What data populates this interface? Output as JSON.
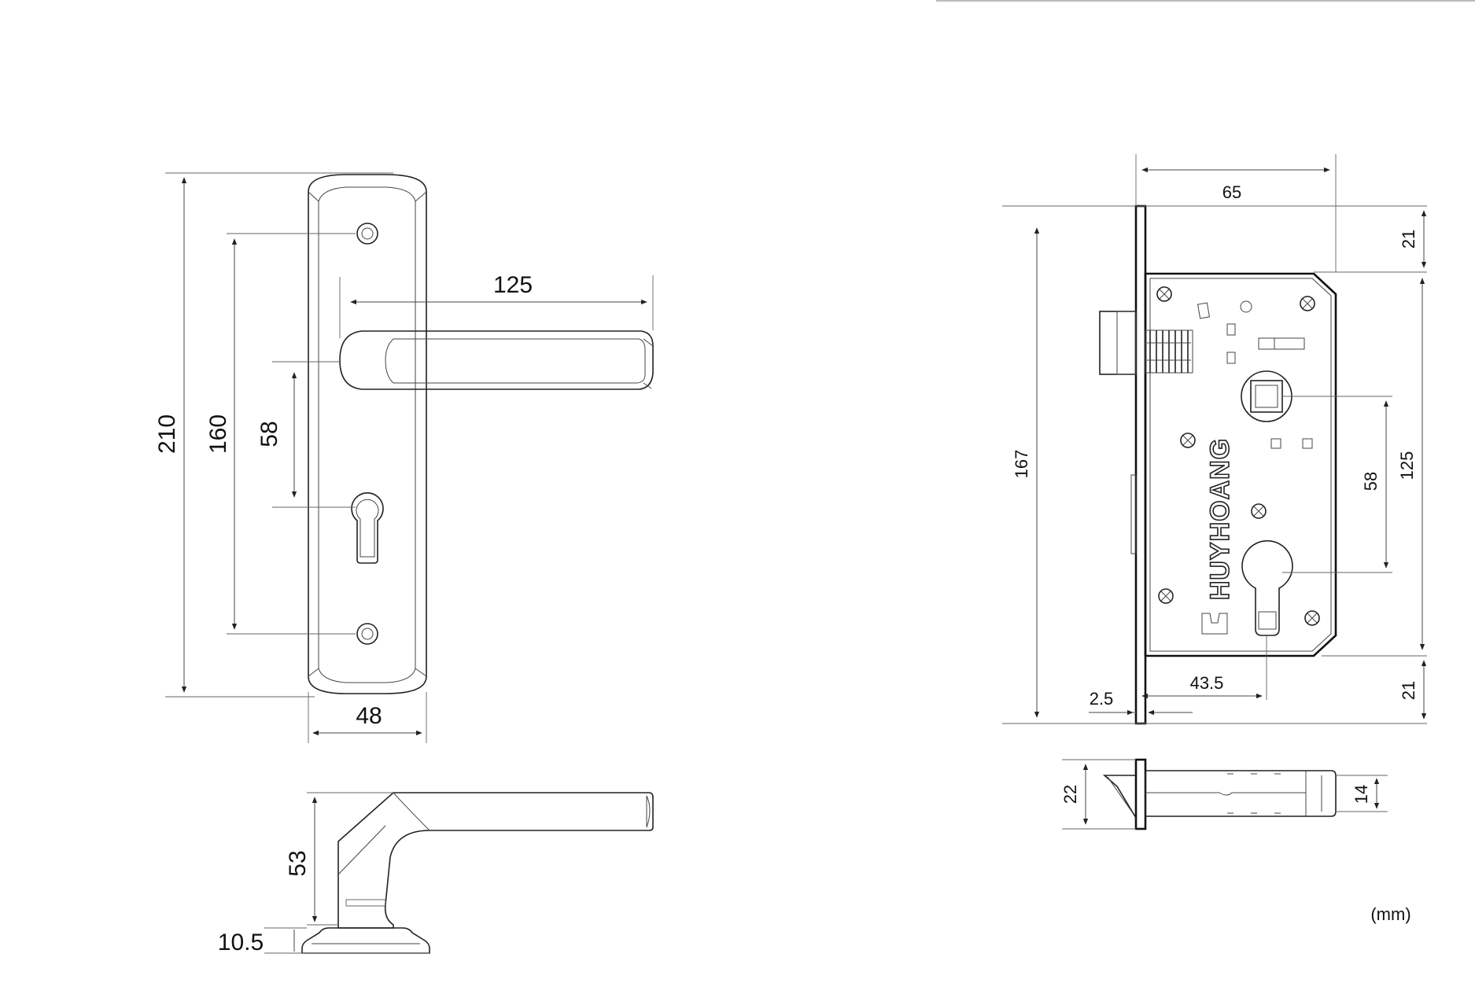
{
  "handle_front": {
    "dim_height_total": "210",
    "dim_screw_spacing": "160",
    "dim_center_distance": "58",
    "dim_lever_length": "125",
    "dim_plate_width": "48"
  },
  "handle_side": {
    "dim_lever_height": "53",
    "dim_rose_thickness": "10.5"
  },
  "lock_body": {
    "dim_backset": "65",
    "dim_top_offset": "21",
    "dim_bottom_offset": "21",
    "dim_case_height": "167",
    "dim_hole_spacing": "125",
    "dim_center_distance": "58",
    "dim_cylinder_backset": "43.5",
    "dim_faceplate_thickness": "2.5",
    "brand": "HUYHOANG"
  },
  "lock_side": {
    "dim_faceplate_width": "22",
    "dim_case_thickness": "14"
  },
  "unit_note": "(mm)"
}
